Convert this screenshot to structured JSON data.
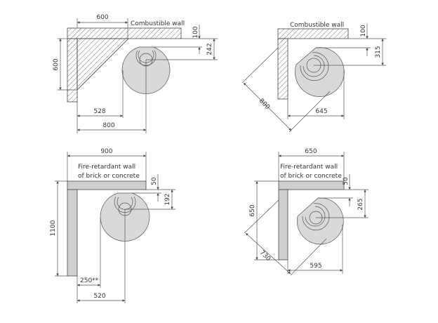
{
  "diagrams": [
    {
      "wall_label": "Combustible wall",
      "dims": {
        "top": "600",
        "left": "600",
        "gap": "100",
        "center_depth": "242",
        "front": "528",
        "center": "800"
      }
    },
    {
      "wall_label": "Combustible wall",
      "dims": {
        "gap": "100",
        "center_depth": "315",
        "front": "645",
        "diagonal": "800"
      }
    },
    {
      "wall_label_1": "Fire-retardant wall",
      "wall_label_2": "of brick or concrete",
      "dims": {
        "top": "900",
        "left": "1100",
        "gap": "50",
        "center_depth": "192",
        "side": "250**",
        "center": "520"
      }
    },
    {
      "wall_label_1": "Fire-retardant wall",
      "wall_label_2": "of brick or concrete",
      "dims": {
        "top": "650",
        "left": "650",
        "gap": "50",
        "center_depth": "265",
        "front": "595",
        "diagonal": "730"
      }
    }
  ],
  "colors": {
    "stove": "#d9d9d9",
    "fireproof_wall": "#cfcfcf",
    "lines": "#555555"
  }
}
